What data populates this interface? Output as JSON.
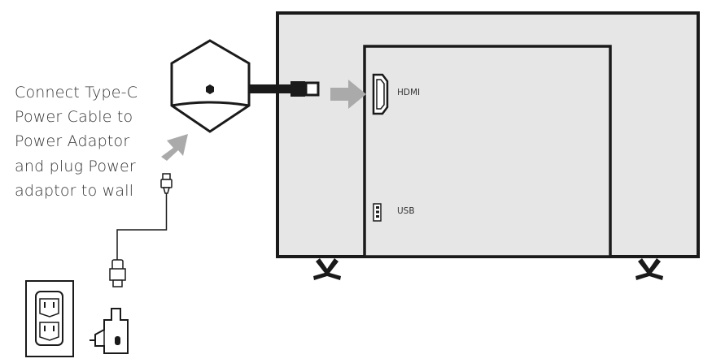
{
  "instruction": {
    "lines": [
      "Connect Type-C",
      "Power Cable to",
      "Power Adaptor",
      "and plug Power",
      "adaptor to wall"
    ]
  },
  "ports": {
    "hdmi_label": "HDMI",
    "usb_label": "USB"
  },
  "colors": {
    "outline": "#1a1a1a",
    "tv_fill": "#e6e6e6",
    "arrow": "#aaaaaa",
    "text": "#333333"
  }
}
